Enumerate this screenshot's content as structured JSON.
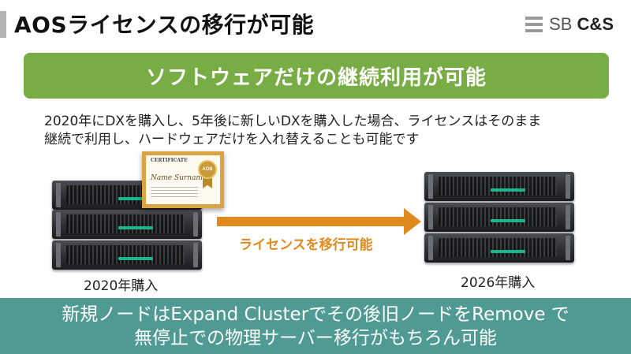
{
  "header": {
    "title": "AOSライセンスの移行が可能",
    "logo_sb": "SB",
    "logo_cs": "C&S"
  },
  "banner": {
    "text": "ソフトウェアだけの継続利用が可能"
  },
  "description": {
    "line1": "2020年にDXを購入し、5年後に新しいDXを購入した場合、ライセンスはそのまま",
    "line2": "継続で利用し、ハードウェアだけを入れ替えることも可能です"
  },
  "certificate": {
    "title": "CERTIFICATE",
    "name": "Name Surname",
    "seal": "AOS"
  },
  "arrow_label": "ライセンスを移行可能",
  "left_caption": "2020年購入",
  "right_caption": "2026年購入",
  "footer": {
    "line1": "新規ノードはExpand Clusterでその後旧ノードをRemove で",
    "line2": "無停止での物理サーバー移行がもちろん可能"
  },
  "colors": {
    "banner": "#78ad45",
    "arrow": "#e08a1e",
    "footer": "#4f9a92",
    "server_led": "#1bb58f"
  }
}
